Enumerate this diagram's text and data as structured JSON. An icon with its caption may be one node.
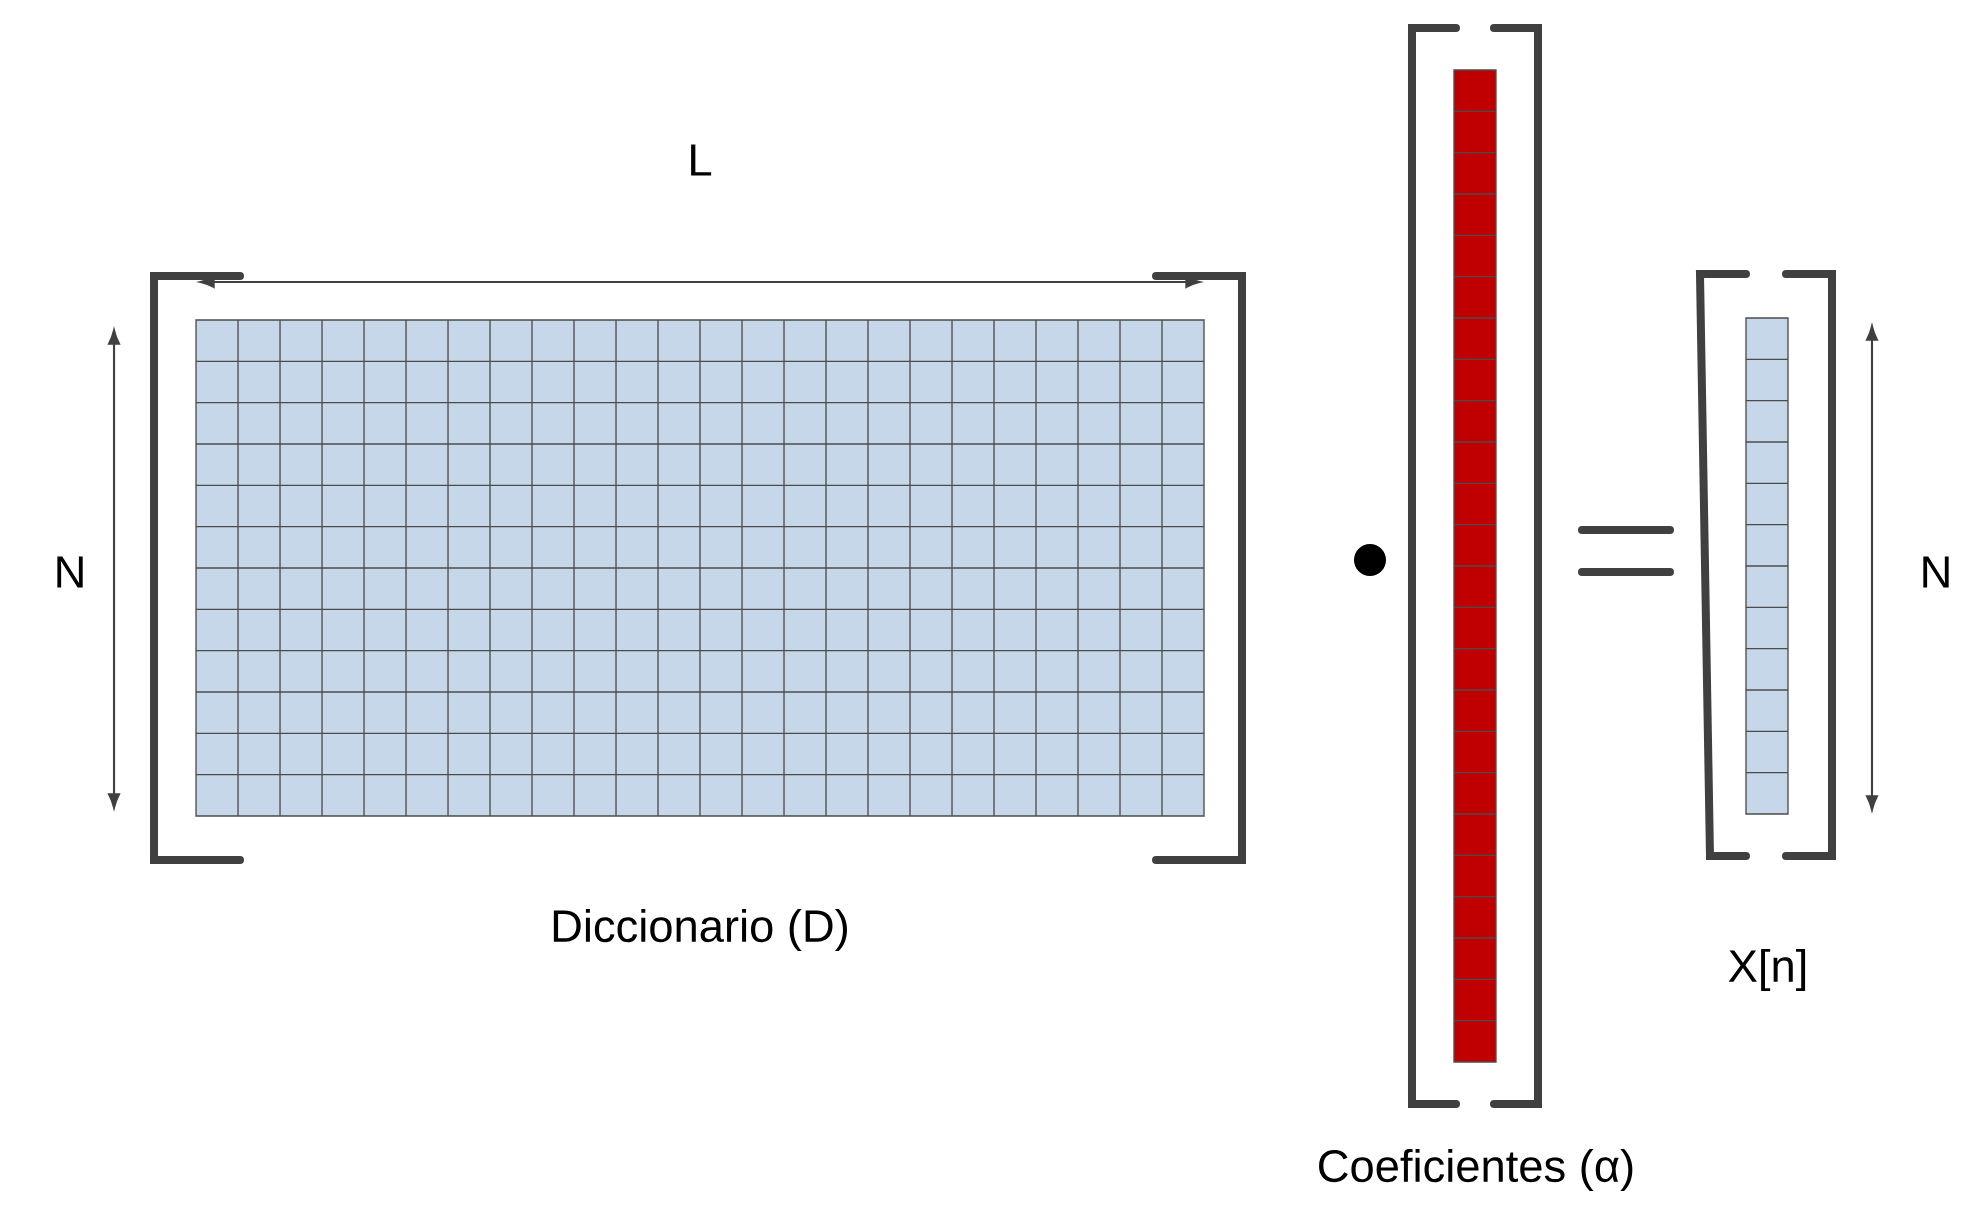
{
  "diagram": {
    "labels": [
      "L",
      "N",
      "N",
      "Diccionario (D)",
      "X[n]",
      "Coeficientes (α)"
    ]
  }
}
